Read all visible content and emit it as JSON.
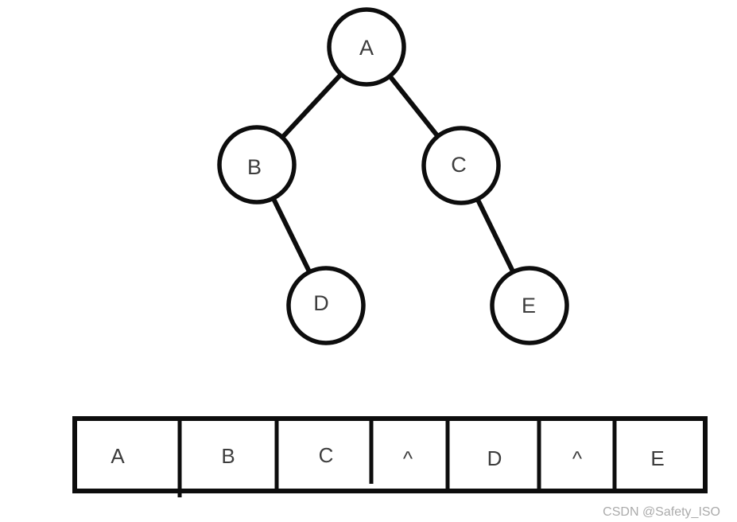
{
  "tree": {
    "nodes": [
      {
        "id": "A",
        "label": "A"
      },
      {
        "id": "B",
        "label": "B"
      },
      {
        "id": "C",
        "label": "C"
      },
      {
        "id": "D",
        "label": "D"
      },
      {
        "id": "E",
        "label": "E"
      }
    ],
    "edges": [
      {
        "from": "A",
        "to": "B"
      },
      {
        "from": "A",
        "to": "C"
      },
      {
        "from": "B",
        "to": "D"
      },
      {
        "from": "C",
        "to": "E"
      }
    ]
  },
  "array": {
    "cells": [
      {
        "value": "A"
      },
      {
        "value": "B"
      },
      {
        "value": "C"
      },
      {
        "value": "^"
      },
      {
        "value": "D"
      },
      {
        "value": "^"
      },
      {
        "value": "E"
      }
    ]
  },
  "watermark": {
    "text": "CSDN @Safety_ISO"
  },
  "colors": {
    "stroke": "#0d0d0d",
    "label": "#3d3d3d",
    "watermark": "#ababab",
    "background": "#ffffff"
  }
}
